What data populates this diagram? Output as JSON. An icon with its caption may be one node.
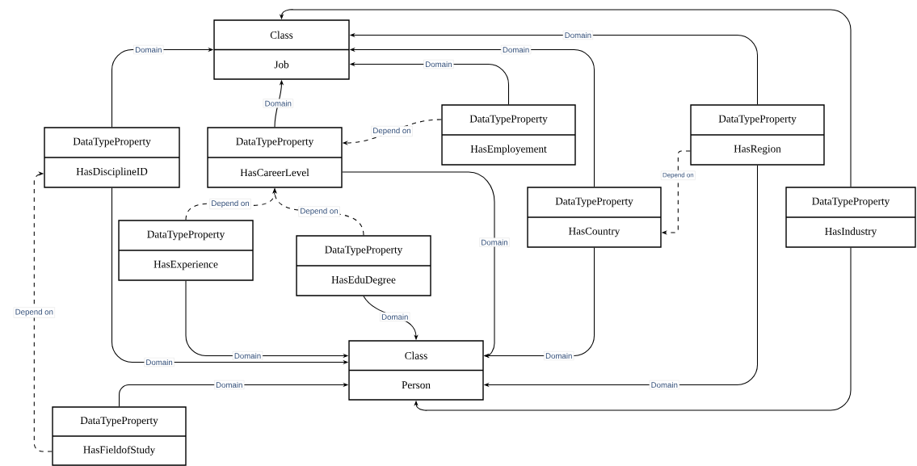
{
  "diagram": {
    "nodes": [
      {
        "text": [
          "Class",
          "Job"
        ]
      },
      {
        "text": [
          "DataTypeProperty",
          "HasDisciplineID"
        ]
      },
      {
        "text": [
          "DataTypeProperty",
          "HasCareerLevel"
        ]
      },
      {
        "text": [
          "DataTypeProperty",
          "HasEmployement"
        ]
      },
      {
        "text": [
          "DataTypeProperty",
          "HasRegion"
        ]
      },
      {
        "text": [
          "DataTypeProperty",
          "HasCountry"
        ]
      },
      {
        "text": [
          "DataTypeProperty",
          "HasIndustry"
        ]
      },
      {
        "text": [
          "DataTypeProperty",
          "HasExperience"
        ]
      },
      {
        "text": [
          "DataTypeProperty",
          "HasEduDegree"
        ]
      },
      {
        "text": [
          "Class",
          "Person"
        ]
      },
      {
        "text": [
          "DataTypeProperty",
          "HasFieldofStudy"
        ]
      }
    ],
    "edges": [
      {
        "from": 1,
        "to": 0,
        "arrow": "to",
        "label": "Domain"
      },
      {
        "from": 2,
        "to": 0,
        "arrow": "to",
        "label": "Domain"
      },
      {
        "from": 3,
        "to": 0,
        "arrow": "to",
        "label": "Domain"
      },
      {
        "from": 5,
        "to": 0,
        "arrow": "to",
        "label": "Domain"
      },
      {
        "from": 4,
        "to": 0,
        "arrow": "to",
        "label": "Domain"
      },
      {
        "from": 6,
        "to": 0,
        "arrow": "to"
      },
      {
        "from": 3,
        "to": 2,
        "arrow": "to",
        "label": "Depend on",
        "style": "dashed"
      },
      {
        "from": 7,
        "to": 2,
        "arrow": "to",
        "label": "Depend on",
        "style": "dashed"
      },
      {
        "from": 8,
        "to": 2,
        "arrow": "to",
        "label": "Depend on",
        "style": "dashed"
      },
      {
        "from": 4,
        "to": 5,
        "arrow": "to",
        "label": "Depend on",
        "style": "dashed"
      },
      {
        "from": 10,
        "to": 1,
        "arrow": "to",
        "label": "Depend on",
        "style": "dashed"
      },
      {
        "from": 1,
        "to": 9,
        "arrow": "to",
        "label": "Domain"
      },
      {
        "from": 7,
        "to": 9,
        "arrow": "to",
        "label": "Domain"
      },
      {
        "from": 8,
        "to": 9,
        "arrow": "to",
        "label": "Domain"
      },
      {
        "from": 2,
        "to": 9,
        "arrow": "to",
        "label": "Domain"
      },
      {
        "from": 5,
        "to": 9,
        "arrow": "to",
        "label": "Domain"
      },
      {
        "from": 4,
        "to": 9,
        "arrow": "to",
        "label": "Domain"
      },
      {
        "from": 6,
        "to": 9,
        "arrow": "to"
      },
      {
        "from": 10,
        "to": 9,
        "arrow": "to",
        "label": "Domain"
      }
    ]
  }
}
